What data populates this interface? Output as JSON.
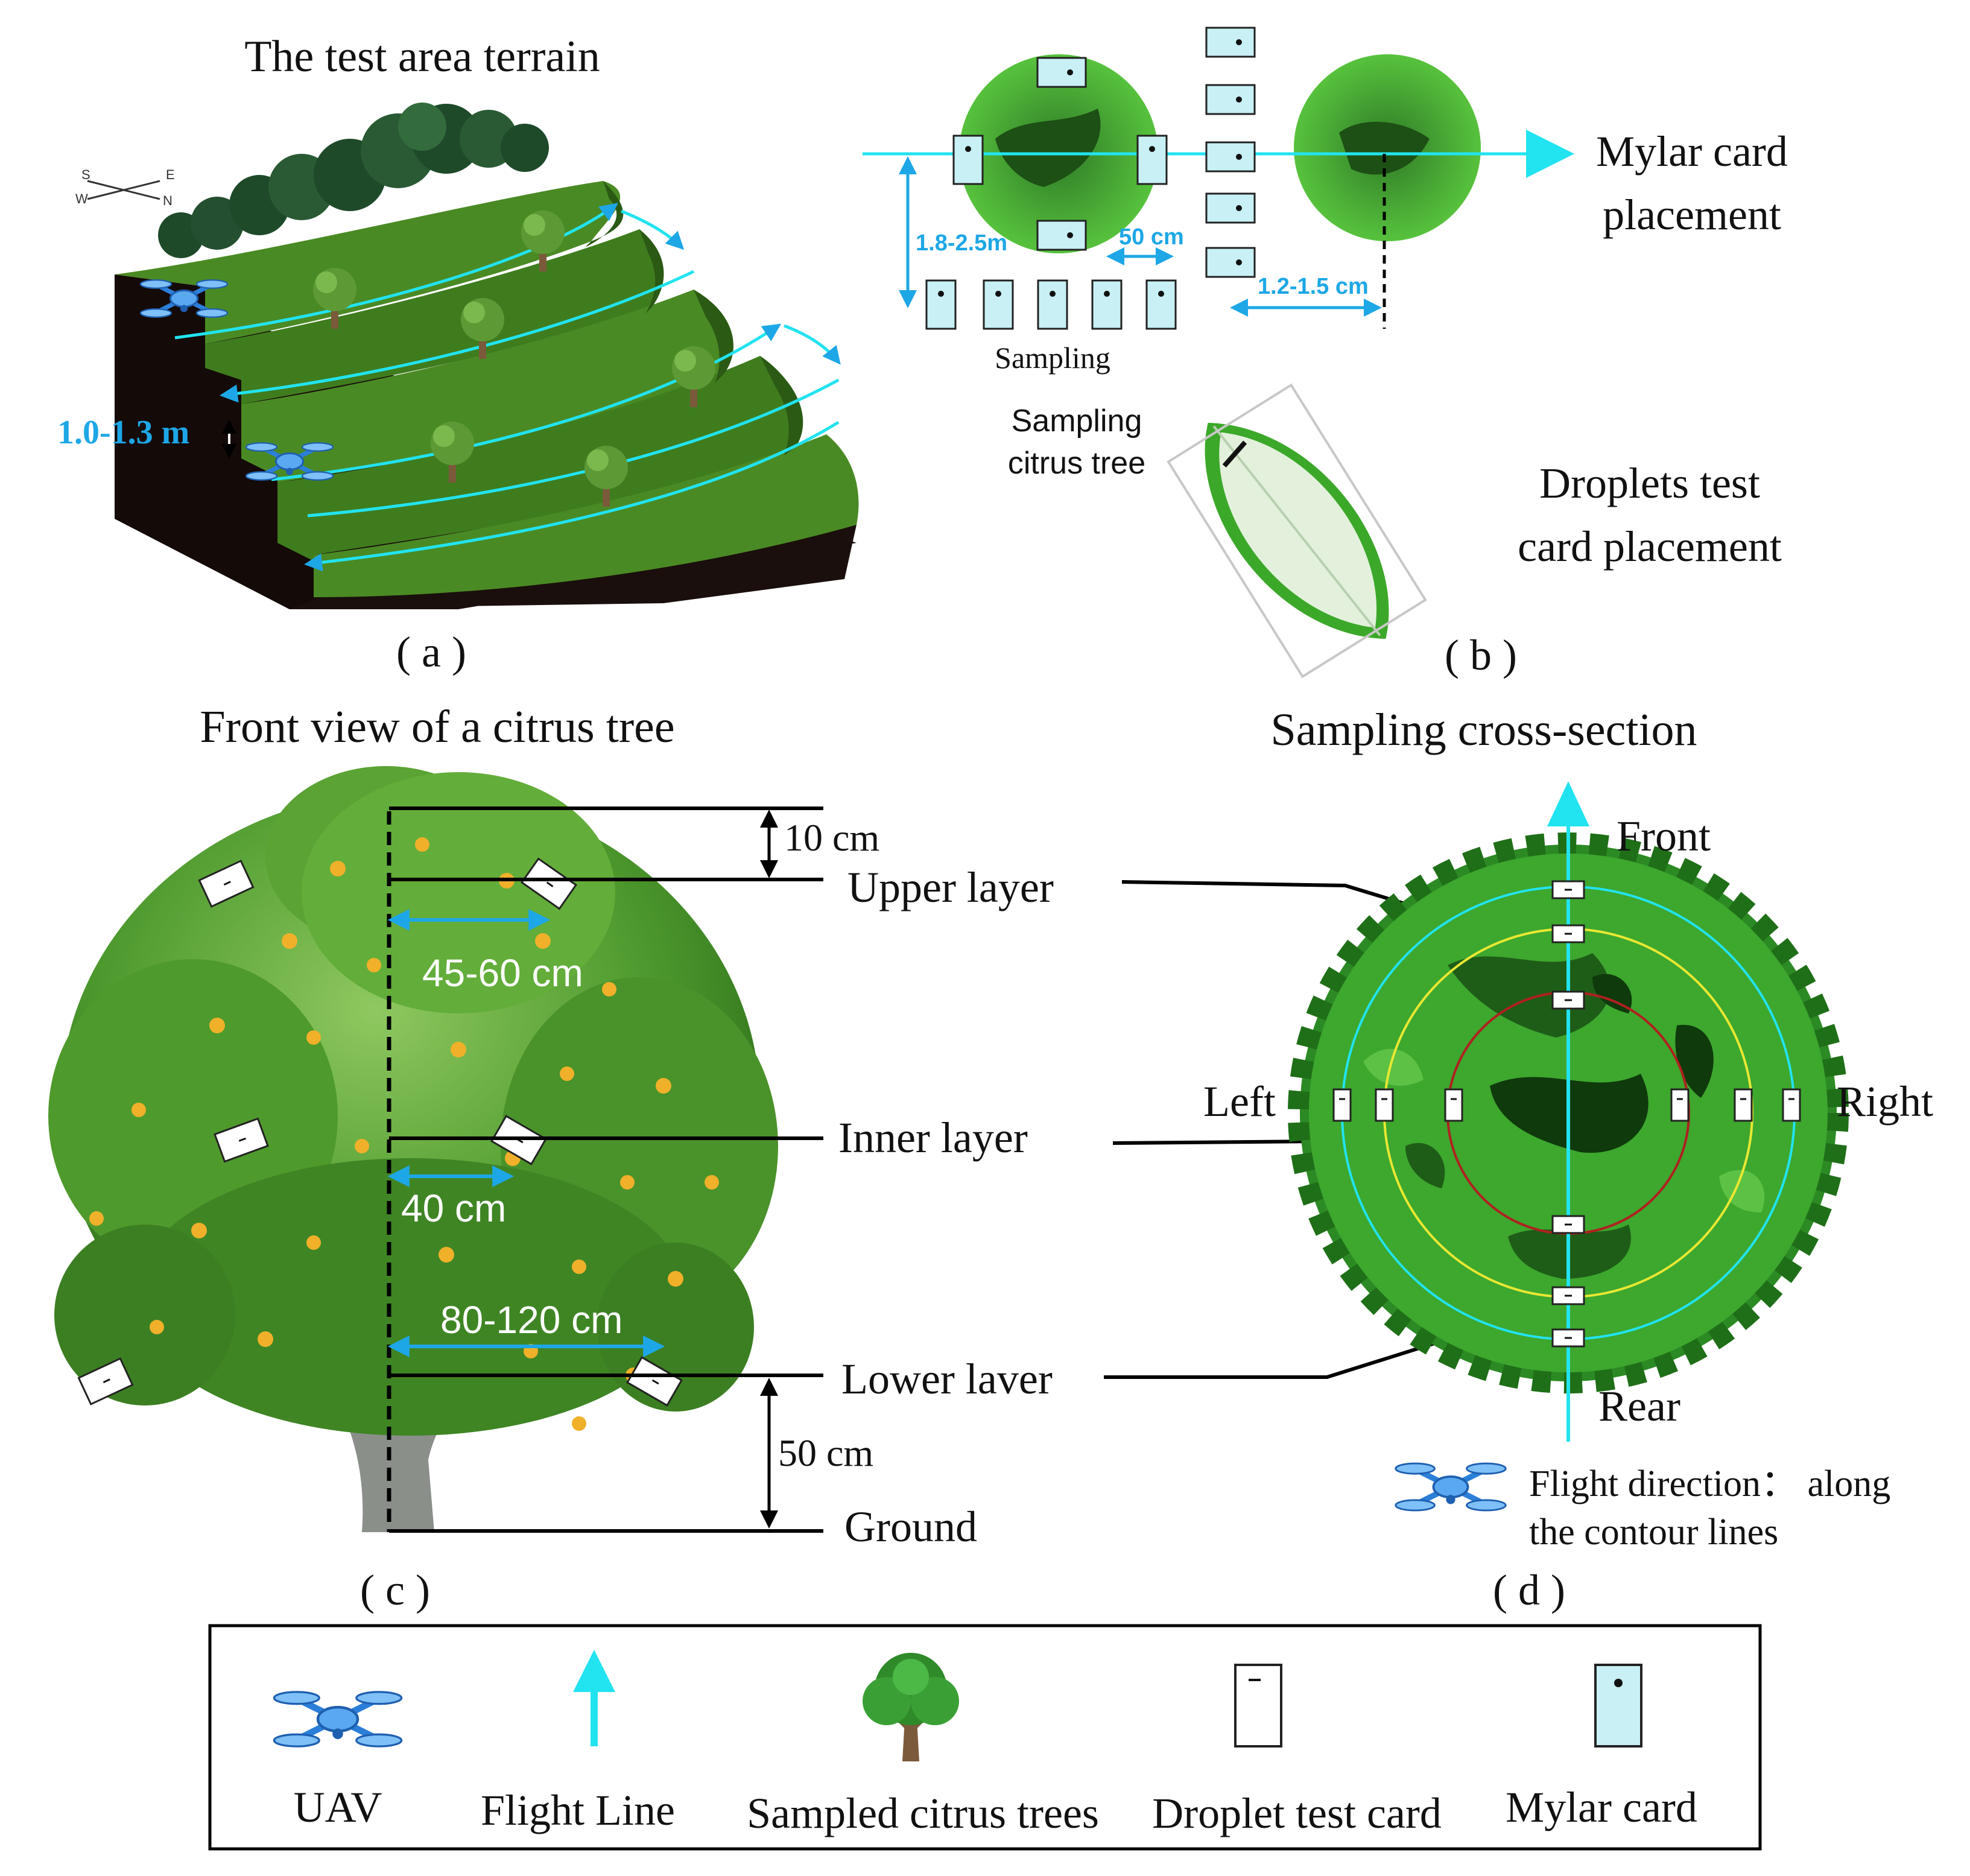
{
  "panel_a": {
    "title": "The test area terrain",
    "height_label": "1.0-1.3 m",
    "compass": {
      "s": "S",
      "e": "E",
      "w": "W",
      "n": "N"
    },
    "caption": "( a )"
  },
  "panel_b": {
    "row_spacing": "1.8-2.5m",
    "card_spacing": "50 cm",
    "tree_distance": "1.2-1.5 cm",
    "mylar_label_1": "Mylar card",
    "mylar_label_2": "placement",
    "sampling_label": "Sampling",
    "sampling_tree_1": "Sampling",
    "sampling_tree_2": "citrus tree",
    "droplet_label_1": "Droplets test",
    "droplet_label_2": "card placement",
    "caption": "( b )"
  },
  "panel_c": {
    "title": "Front view of a citrus tree",
    "dim_top": "10 cm",
    "dim_upper": "45-60 cm",
    "dim_inner": "40 cm",
    "dim_lower": "80-120 cm",
    "dim_ground": "50 cm",
    "upper_layer": "Upper layer",
    "inner_layer": "Inner layer",
    "lower_layer": "Lower laver",
    "ground": "Ground",
    "caption": "( c )"
  },
  "panel_d": {
    "title": "Sampling cross-section",
    "front": "Front",
    "rear": "Rear",
    "left": "Left",
    "right": "Right",
    "flight_1": "Flight direction： along",
    "flight_2": "the contour lines",
    "caption": "( d )"
  },
  "legend": {
    "uav": "UAV",
    "flight_line": "Flight Line",
    "sampled_trees": "Sampled citrus trees",
    "droplet_card": "Droplet test card",
    "mylar_card": "Mylar card"
  },
  "colors": {
    "accent_blue": "#1ea7e6",
    "flight_cyan": "#22e3f0",
    "card_fill": "#c8f0f5",
    "tree_green": "#2e8f2a",
    "terrace_green": "#3c7a1e"
  }
}
